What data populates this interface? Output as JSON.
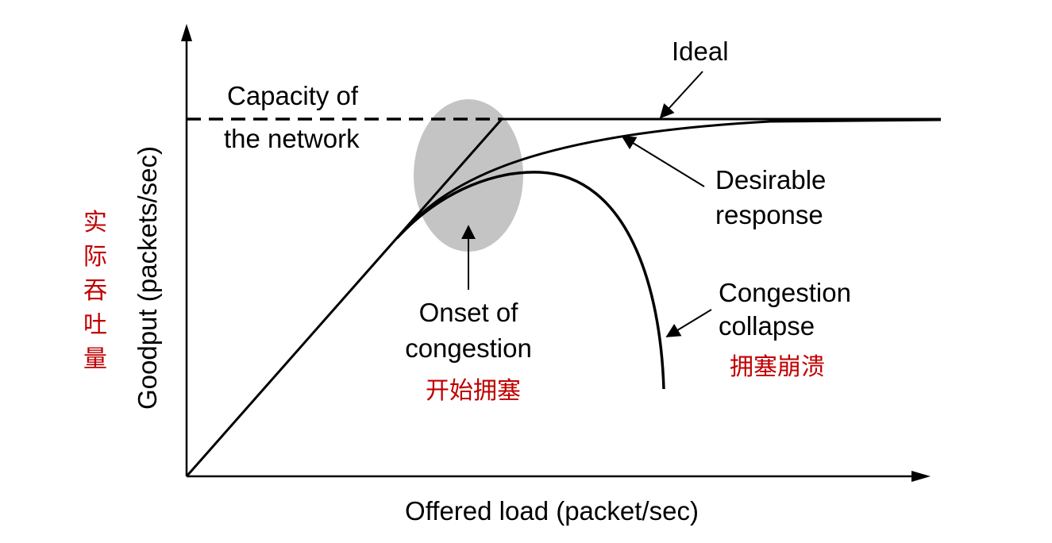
{
  "chart_data": {
    "type": "line",
    "title": "",
    "xlabel": "Offered load (packet/sec)",
    "ylabel": "Goodput (packets/sec)",
    "ylabel_cn": "实际吞吐量",
    "grid": false,
    "legend": "none",
    "colors": {
      "axis": "#000000",
      "shade": "#c4c4c4",
      "cn_text": "#c00000"
    },
    "series": [
      {
        "name": "Ideal"
      },
      {
        "name": "Desirable response"
      },
      {
        "name": "Congestion collapse",
        "name_cn": "拥塞崩溃"
      }
    ],
    "annotations": {
      "capacity": [
        "Capacity of",
        "the network"
      ],
      "onset": [
        "Onset of",
        "congestion"
      ],
      "onset_cn": "开始拥塞",
      "desirable": [
        "Desirable",
        "response"
      ],
      "collapse": [
        "Congestion",
        "collapse"
      ]
    }
  }
}
